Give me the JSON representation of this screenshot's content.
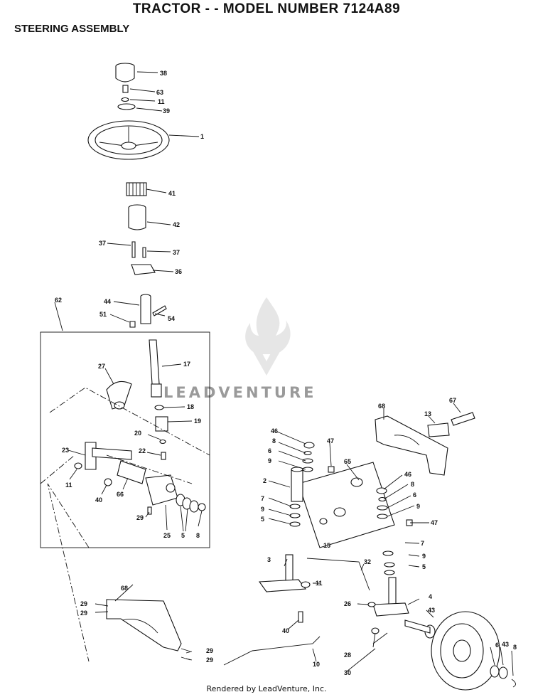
{
  "header": {
    "title": "TRACTOR - - MODEL NUMBER 7124A89",
    "subtitle": "STEERING ASSEMBLY"
  },
  "watermark": {
    "brand": "LEADVENTURE"
  },
  "footer": {
    "credit": "Rendered by LeadVenture, Inc."
  },
  "callouts": [
    "38",
    "63",
    "11",
    "39",
    "1",
    "41",
    "42",
    "37",
    "37",
    "36",
    "62",
    "44",
    "51",
    "54",
    "17",
    "27",
    "18",
    "19",
    "20",
    "22",
    "23",
    "11",
    "40",
    "66",
    "29",
    "25",
    "5",
    "8",
    "68",
    "13",
    "67",
    "46",
    "8",
    "47",
    "6",
    "9",
    "65",
    "46",
    "8",
    "6",
    "9",
    "2",
    "7",
    "9",
    "5",
    "47",
    "15",
    "7",
    "9",
    "5",
    "3",
    "32",
    "11",
    "4",
    "26",
    "43",
    "40",
    "68",
    "29",
    "29",
    "28",
    "6",
    "43",
    "8",
    "29",
    "29",
    "10",
    "30"
  ]
}
